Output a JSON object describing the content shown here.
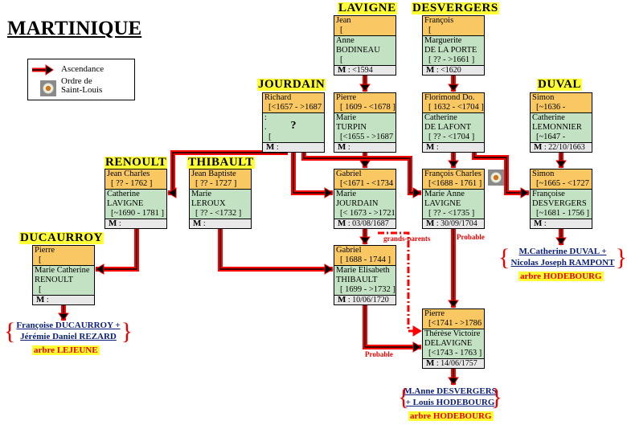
{
  "title": "MARTINIQUE",
  "legend": {
    "ascendance": "Ascendance",
    "ordre_line1": "Ordre de",
    "ordre_line2": "Saint-Louis"
  },
  "colors": {
    "line": "#ff0000",
    "arrow": "#000000",
    "husband_bg": "#f9c862",
    "wife_bg": "#c3e2c3",
    "marriage_bg": "#e8e8e8",
    "family_bg": "#ffff33",
    "link": "#0b1f7a"
  },
  "couples": [
    {
      "id": "lavigne1",
      "family": "LAVIGNE",
      "husband": "Jean",
      "husband_dates": "[",
      "wife_first": "Anne",
      "wife_last": "BODINEAU",
      "wife_dates": "[",
      "marriage": "<1594"
    },
    {
      "id": "desvergers1",
      "family": "DESVERGERS",
      "husband": "François",
      "husband_dates": "[",
      "wife_first": "Marguerite",
      "wife_last": "DE LA PORTE",
      "wife_dates": "[ ?? - >1661 ]",
      "marriage": "<1620"
    },
    {
      "id": "jourdain",
      "family": "JOURDAIN",
      "husband": "Richard",
      "husband_dates": "[<1657 - >1687 ]",
      "wife_first": ":",
      "wife_last": "?",
      "wife_dates": "[",
      "marriage": ""
    },
    {
      "id": "lavigne2",
      "family": "",
      "husband": "Pierre",
      "husband_dates": "[ 1609 - <1678 ]",
      "wife_first": "Marie",
      "wife_last": "TURPIN",
      "wife_dates": "[<1655 - >1687 ]",
      "marriage": ""
    },
    {
      "id": "desvergers2",
      "family": "",
      "husband": "Florimond Do.",
      "husband_dates": "[ 1632 - <1704 ]",
      "wife_first": "Catherine",
      "wife_last": "DE LAFONT",
      "wife_dates": "[ ?? - <1704 ]",
      "marriage": ""
    },
    {
      "id": "duval1",
      "family": "DUVAL",
      "husband": "Simon",
      "husband_dates": "[~1636 -",
      "wife_first": "Catherine",
      "wife_last": "LEMONNIER",
      "wife_dates": "[~1647 -",
      "marriage": "22/10/1663"
    },
    {
      "id": "renoult",
      "family": "RENOULT",
      "husband": "Jean Charles",
      "husband_dates": "[ ?? - 1762 ]",
      "wife_first": "Catherine",
      "wife_last": "LAVIGNE",
      "wife_dates": "[~1690 - 1781 ]",
      "marriage": ""
    },
    {
      "id": "thibault",
      "family": "THIBAULT",
      "husband": "Jean Baptiste",
      "husband_dates": "[ ?? - 1727 ]",
      "wife_first": "Marie",
      "wife_last": "LEROUX",
      "wife_dates": "[ ?? - <1732 ]",
      "marriage": ""
    },
    {
      "id": "lavigne3",
      "family": "",
      "husband": "Gabriel",
      "husband_dates": "[<1671 - <1734 ]",
      "wife_first": "Marie",
      "wife_last": "JOURDAIN",
      "wife_dates": "[< 1673 - >1721 ]",
      "marriage": "03/08/1687"
    },
    {
      "id": "desvergers3",
      "family": "",
      "husband": "François Charles",
      "husband_dates": "[<1688 - 1761 ]",
      "wife_first": "Marie Anne",
      "wife_last": "LAVIGNE",
      "wife_dates": "[ ?? - <1735 ]",
      "marriage": "30/09/1704"
    },
    {
      "id": "duval2",
      "family": "",
      "husband": "Simon",
      "husband_dates": "[~1665 - <1727 ]",
      "wife_first": "Françoise",
      "wife_last": "DESVERGERS",
      "wife_dates": "[~1681 - 1756 ]",
      "marriage": ""
    },
    {
      "id": "ducaurroy",
      "family": "DUCAURROY",
      "husband": "Pierre",
      "husband_dates": "[",
      "wife_first": "Marie Catherine",
      "wife_last": "RENOULT",
      "wife_dates": "[",
      "marriage": ""
    },
    {
      "id": "lavigne4",
      "family": "",
      "husband": "Gabriel",
      "husband_dates": "[ 1688 - 1744 ]",
      "wife_first": "Marie Elisabeth",
      "wife_last": "THIBAULT",
      "wife_dates": "[ 1699 - >1732 ]",
      "marriage": "10/06/1720"
    },
    {
      "id": "desvergers4",
      "family": "",
      "husband": "Pierre",
      "husband_dates": "[<1741 - >1786 ]",
      "wife_first": "Thérèse Victoire",
      "wife_last": "DELAVIGNE",
      "wife_dates": "[<1743 - 1763 ]",
      "marriage": "14/06/1757"
    }
  ],
  "marriage_label": "M",
  "descendants": [
    {
      "id": "d1",
      "line1": "Françoise DUCAURROY +",
      "line2": "Jérémie Daniel REZARD",
      "tree": "arbre LEJEUNE"
    },
    {
      "id": "d2",
      "line1": "M.Anne DESVERGERS",
      "line2": "+ Louis HODEBOURG",
      "tree": "arbre HODEBOURG"
    },
    {
      "id": "d3",
      "line1": "M.Catherine DUVAL +",
      "line2": "Nicolas Joseph RAMPONT",
      "tree": "arbre HODEBOURG"
    }
  ],
  "notes": {
    "grands_parents": "grands-parents",
    "probable1": "Probable",
    "probable2": "Probable"
  }
}
